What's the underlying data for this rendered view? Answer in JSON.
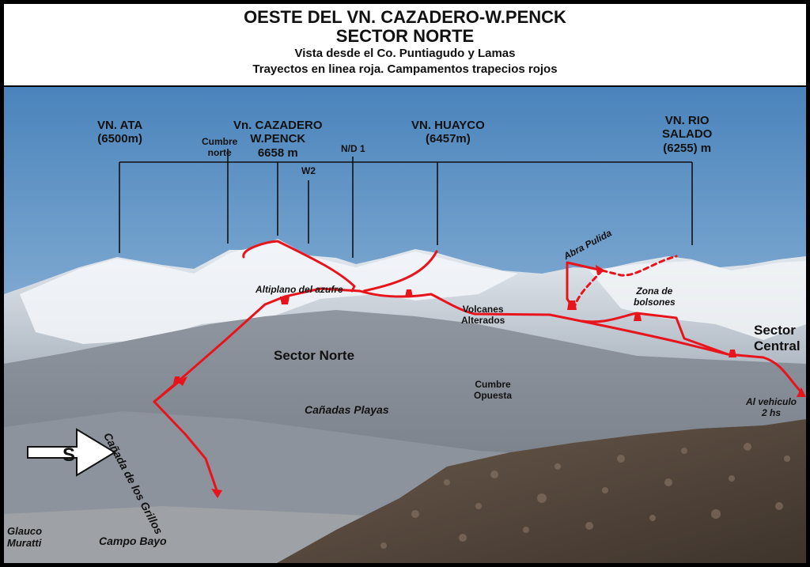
{
  "header": {
    "title": "OESTE DEL VN. CAZADERO-W.PENCK",
    "subtitle": "SECTOR NORTE",
    "line3": "Vista desde el Co. Puntiagudo y Lamas",
    "line4": "Trayectos en linea roja. Campamentos trapecios rojos"
  },
  "peaks": {
    "ata": {
      "name": "VN. ATA",
      "alt": "(6500m)"
    },
    "cumbre_norte": {
      "l1": "Cumbre",
      "l2": "norte"
    },
    "cazadero": {
      "l1": "Vn. CAZADERO",
      "l2": "W.PENCK",
      "l3": "6658 m"
    },
    "w2": "W2",
    "nd1": "N/D 1",
    "huayco": {
      "name": "VN. HUAYCO",
      "alt": "(6457m)"
    },
    "rio_salado": {
      "l1": "VN. RIO",
      "l2": "SALADO",
      "l3": "(6255) m"
    }
  },
  "places": {
    "altiplano": "Altiplano del azufre",
    "abra_pulida": "Abra Pulida",
    "zona": {
      "l1": "Zona de",
      "l2": "bolsones"
    },
    "volcanes": {
      "l1": "Volcanes",
      "l2": "Alterados"
    },
    "sector_norte": "Sector Norte",
    "sector_central": {
      "l1": "Sector",
      "l2": "Central"
    },
    "cumbre_opuesta": {
      "l1": "Cumbre",
      "l2": "Opuesta"
    },
    "canadas_playas": "Cañadas Playas",
    "canada_grillos": "Cañada de los Grillos",
    "vehiculo": {
      "l1": "Al vehiculo",
      "l2": "2 hs"
    },
    "glauco": {
      "l1": "Glauco",
      "l2": "Muratti"
    },
    "campo_bayo": "Campo Bayo"
  },
  "compass": {
    "letter": "S"
  },
  "colors": {
    "route": "#e8141c",
    "sky_top": "#4f88be",
    "sky_bottom": "#b9d3ea"
  }
}
